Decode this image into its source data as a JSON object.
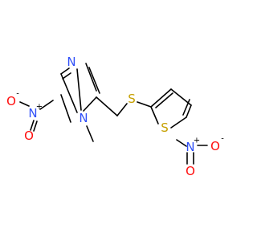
{
  "molecule": {
    "colors": {
      "bond": "#000000",
      "nitrogen": "#3050F8",
      "oxygen": "#FF0D0D",
      "sulfur": "#C6A000"
    },
    "atoms": {
      "n_imidazole_top": {
        "symbol": "N"
      },
      "n_imidazole_methyl": {
        "symbol": "N"
      },
      "n_nitro_left": {
        "symbol": "N",
        "charge": "+"
      },
      "o_left_top": {
        "symbol": "O",
        "charge": "-"
      },
      "o_left_bottom": {
        "symbol": "O"
      },
      "s_thioether": {
        "symbol": "S"
      },
      "s_thiophene": {
        "symbol": "S"
      },
      "n_nitro_right": {
        "symbol": "N",
        "charge": "+"
      },
      "o_right_right": {
        "symbol": "O",
        "charge": "-"
      },
      "o_right_bottom": {
        "symbol": "O"
      }
    }
  }
}
